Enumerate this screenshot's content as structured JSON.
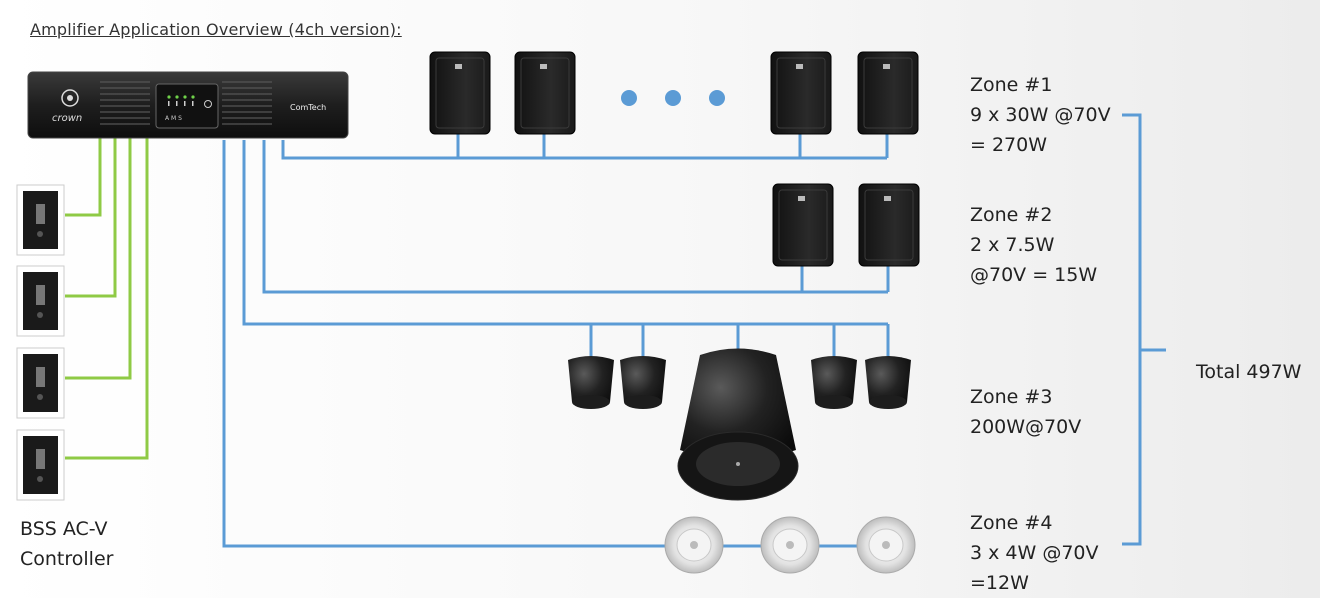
{
  "title": "Amplifier Application Overview (4ch version):",
  "amplifier": {
    "brand_logo": "crown",
    "name_tag": "ComTech",
    "indicators": "A M S"
  },
  "controller": {
    "label_line1": "BSS AC-V",
    "label_line2": "Controller",
    "count": 4
  },
  "zones": [
    {
      "line1": "Zone #1",
      "line2": "9 x 30W @70V",
      "line3": "= 270W"
    },
    {
      "line1": "Zone #2",
      "line2": "2 x 7.5W",
      "line3": "@70V = 15W"
    },
    {
      "line1": "Zone #3",
      "line2": "200W@70V"
    },
    {
      "line1": "Zone #4",
      "line2": "3 x 4W @70V",
      "line3": "=12W"
    }
  ],
  "total": "Total 497W",
  "colors": {
    "speaker_wire": "#5b9bd5",
    "control_wire": "#8fca45",
    "device_dark": "#1c1c1c"
  }
}
